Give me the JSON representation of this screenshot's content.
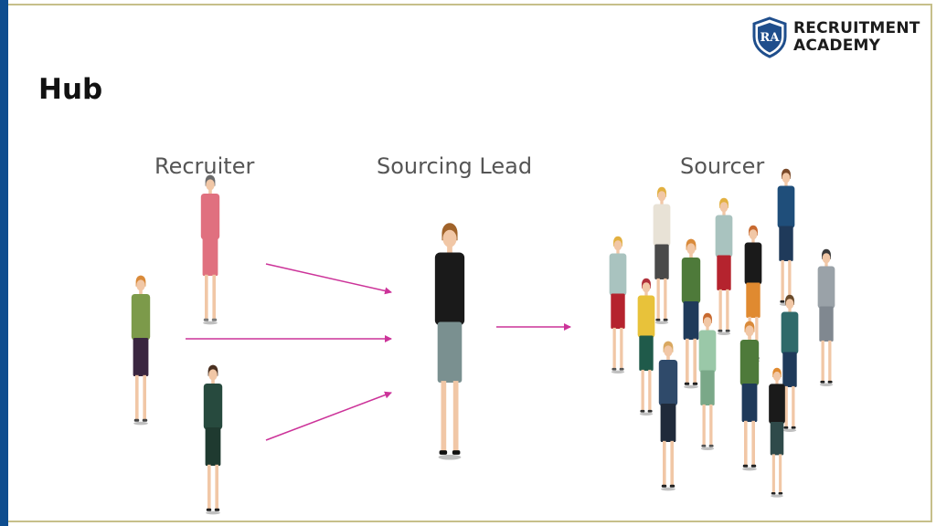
{
  "slide": {
    "title": "Hub",
    "labels": {
      "recruiter": "Recruiter",
      "sourcing_lead": "Sourcing Lead",
      "sourcer": "Sourcer"
    }
  },
  "logo": {
    "badge_text": "RA",
    "line1": "RECRUITMENT",
    "line2": "ACADEMY"
  },
  "icons": [
    "ra-shield-logo-icon",
    "person-figure-icon"
  ],
  "colors": {
    "left_bar": "#0e4d8f",
    "frame": "#c6bf8a",
    "arrow": "#cc3399",
    "logo_blue": "#1f4e8c",
    "label_text": "#555555"
  },
  "diagram": {
    "edges": [
      {
        "from": "recruiter-1",
        "to": "sourcing-lead"
      },
      {
        "from": "recruiter-2",
        "to": "sourcing-lead"
      },
      {
        "from": "recruiter-3",
        "to": "sourcing-lead"
      },
      {
        "from": "sourcing-lead",
        "to": "sourcer-group"
      }
    ]
  }
}
